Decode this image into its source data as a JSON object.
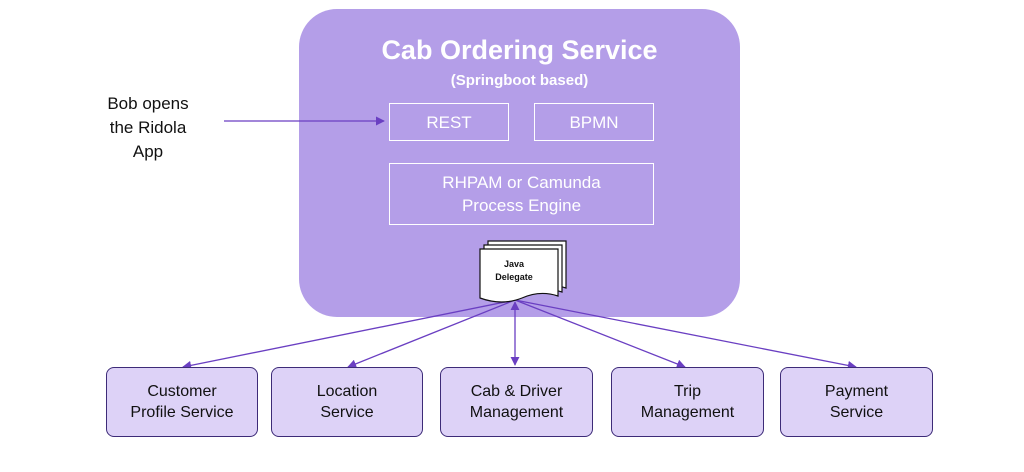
{
  "main": {
    "title": "Cab Ordering Service",
    "subtitle": "(Springboot based)",
    "rest_label": "REST",
    "bpmn_label": "BPMN",
    "engine_line1": "RHPAM or Camunda",
    "engine_line2": "Process Engine"
  },
  "caption": {
    "line1": "Bob opens",
    "line2": "the Ridola",
    "line3": "App"
  },
  "delegate": {
    "line1": "Java",
    "line2": "Delegate"
  },
  "services": {
    "customer": {
      "line1": "Customer",
      "line2": "Profile Service"
    },
    "location": {
      "line1": "Location",
      "line2": "Service"
    },
    "cab": {
      "line1": "Cab & Driver",
      "line2": "Management"
    },
    "trip": {
      "line1": "Trip",
      "line2": "Management"
    },
    "payment": {
      "line1": "Payment",
      "line2": "Service"
    }
  },
  "colors": {
    "main_fill": "#b49ee8",
    "service_fill": "#ddd2f7",
    "service_border": "#3d2b78",
    "arrow": "#6a3fc2"
  }
}
